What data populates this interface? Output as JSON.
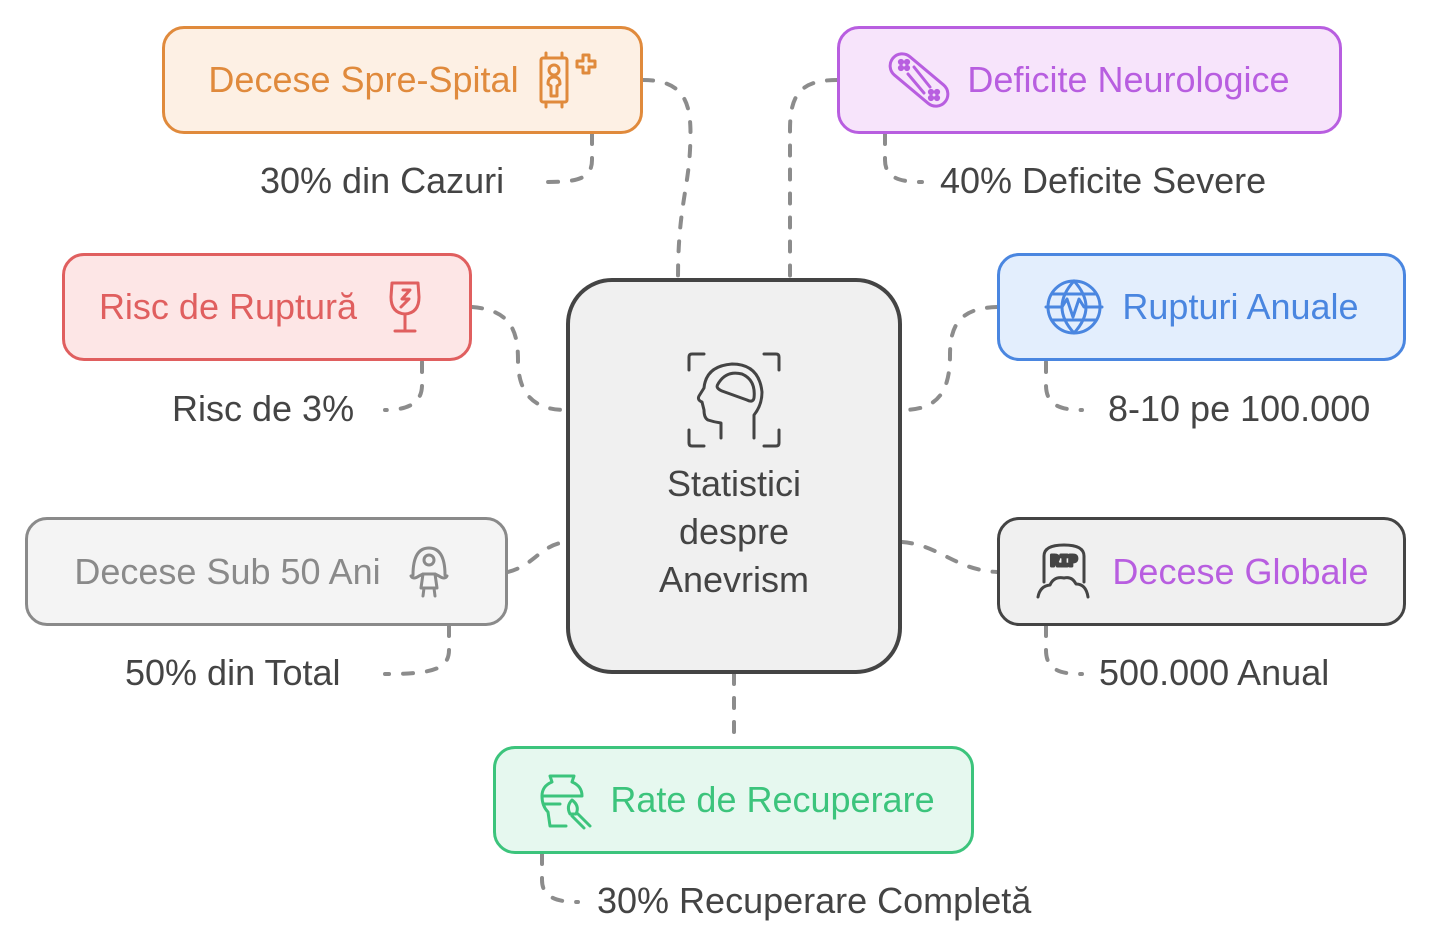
{
  "diagram": {
    "center": {
      "title": "Statistici despre Anevrism",
      "icon": "head-brain-scan-icon"
    },
    "nodes": [
      {
        "id": "pre-hospital",
        "label": "Decese Spre-Spital",
        "detail": "30% din Cazuri",
        "icon": "elevator-medical-icon",
        "color": "#e08a3c",
        "fill": "#fdf0e4"
      },
      {
        "id": "neuro",
        "label": "Deficite Neurologice",
        "detail": "40% Deficite Severe",
        "icon": "bandage-icon",
        "color": "#b85ee0",
        "fill": "#f7e4fb"
      },
      {
        "id": "rupture-risk",
        "label": "Risc de Ruptură",
        "detail": "Risc de 3%",
        "icon": "broken-glass-icon",
        "color": "#e05f5f",
        "fill": "#fde6e6"
      },
      {
        "id": "annual-ruptures",
        "label": "Rupturi Anuale",
        "detail": "8-10 pe 100.000",
        "icon": "globe-pulse-icon",
        "color": "#4a86e0",
        "fill": "#e3eefd"
      },
      {
        "id": "under-50",
        "label": "Decese Sub 50 Ani",
        "detail": "50% din Total",
        "icon": "jump-rope-child-icon",
        "color": "#8a8a8a",
        "fill": "#f4f4f4"
      },
      {
        "id": "global-deaths",
        "label": "Decese Globale",
        "detail": "500.000 Anual",
        "icon": "rip-tombstone-icon",
        "color": "#b85ee0",
        "fill": "#f0f0f0",
        "border": "#444444"
      },
      {
        "id": "recovery",
        "label": "Rate de Recuperare",
        "detail": "30% Recuperare Completă",
        "icon": "vase-brush-icon",
        "color": "#3cc47c",
        "fill": "#e6f8ef"
      }
    ]
  }
}
